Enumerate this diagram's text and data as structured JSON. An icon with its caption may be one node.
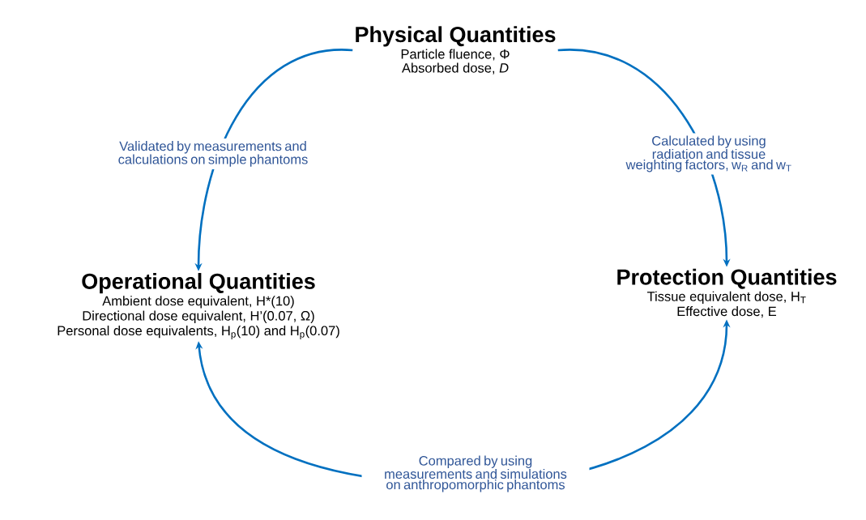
{
  "diagram": {
    "nodes": [
      {
        "text": [
          "Physical Quantities",
          "Particle fluence, Φ",
          "Absorbed dose, *D*"
        ]
      },
      {
        "text": [
          "Operational Quantities",
          "Ambient dose equivalent, H*(10)",
          "Directional dose equivalent, H’(0.07, Ω)",
          "Personal dose equivalents, H$_{p}$(10) and H$_{p}$(0.07)"
        ]
      },
      {
        "text": [
          "Protection Quantities",
          "Tissue equivalent dose, H$_{T}$",
          "Effective dose, E"
        ]
      }
    ],
    "edges": [
      {
        "from": 0,
        "to": 1,
        "arrow": "to",
        "label": "Validated by measurements and calculations on simple phantoms"
      },
      {
        "from": 0,
        "to": 2,
        "arrow": "to",
        "label": "Calculated by using radiation and tissue weighting factors, w$_{R}$ and w$_{T}$"
      },
      {
        "from": 1,
        "to": 2,
        "arrow": "both",
        "label": "Compared by using measurements and simulations on anthropomorphic phantoms"
      }
    ]
  }
}
